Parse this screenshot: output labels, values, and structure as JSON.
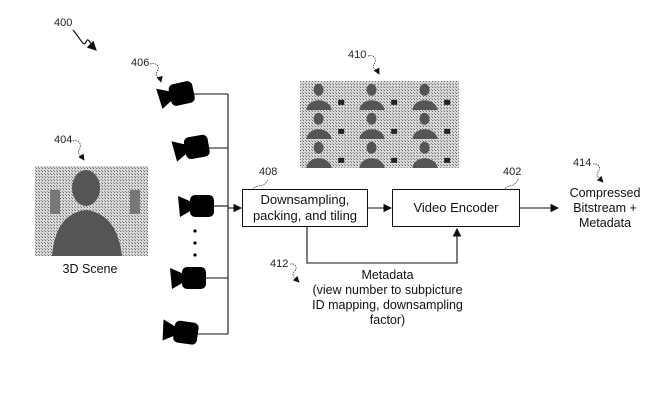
{
  "figure": {
    "ref_main": "400",
    "scene": {
      "ref": "404",
      "caption": "3D Scene"
    },
    "cameras": {
      "ref": "406",
      "count": 5,
      "ellipsis": "⋮"
    },
    "packed_frame": {
      "ref": "410",
      "grid": "3x3"
    },
    "downsampler": {
      "ref": "408",
      "line1": "Downsampling,",
      "line2": "packing, and tiling"
    },
    "encoder": {
      "ref": "402",
      "label": "Video Encoder"
    },
    "metadata": {
      "ref": "412",
      "line1": "Metadata",
      "line2": "(view number to subpicture",
      "line3": "ID mapping, downsampling",
      "line4": "factor)"
    },
    "output": {
      "ref": "414",
      "line1": "Compressed",
      "line2": "Bitstream +",
      "line3": "Metadata"
    }
  }
}
